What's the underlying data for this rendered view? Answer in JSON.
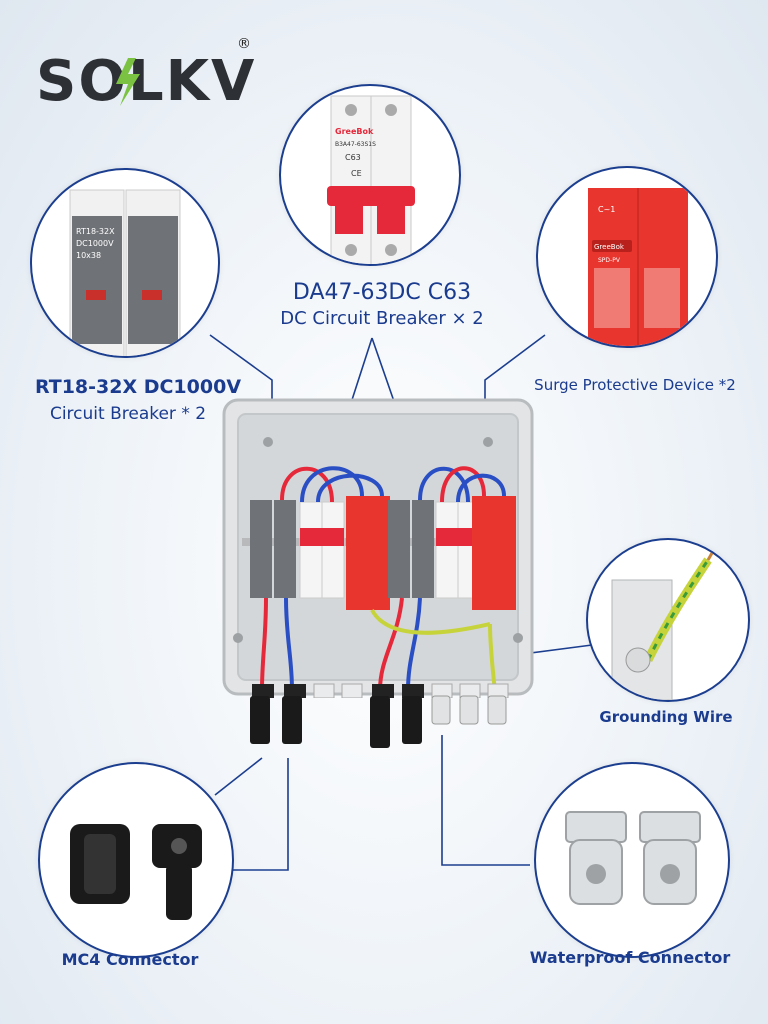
{
  "brand": {
    "name": "SOLKV",
    "registered": "®"
  },
  "callouts": {
    "dc_breaker": {
      "title": "DA47-63DC C63",
      "subtitle": "DC Circuit Breaker × 2"
    },
    "fuse_breaker": {
      "title": "RT18-32X DC1000V",
      "subtitle": "Circuit Breaker * 2"
    },
    "spd": {
      "title": "Surge Protective Device *2"
    },
    "ground": {
      "title": "Grounding Wire"
    },
    "mc4": {
      "title": "MC4 Connector"
    },
    "waterproof": {
      "title": "Waterproof Connector"
    }
  },
  "device_text": {
    "breaker_brand": "GreeBok",
    "breaker_model": "B3A47-63S1S",
    "breaker_rating": "C63",
    "breaker_ce": "CE",
    "fuse_model": "RT18-32X",
    "fuse_voltage": "DC1000V",
    "fuse_size": "10x38",
    "spd_brand": "GreeBok",
    "spd_type": "SPD-PV",
    "spd_c1": "C~1"
  },
  "colors": {
    "line": "#1c3e8f",
    "label": "#1a3b8e",
    "spd_red": "#e8352e",
    "breaker_red": "#e5283a",
    "fuse_grey": "#6f7276"
  }
}
